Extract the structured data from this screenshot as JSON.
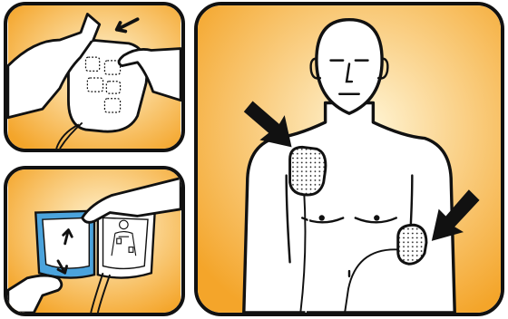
{
  "panels": [
    {
      "name": "peel-pad-step",
      "icons": [
        "hands-icon",
        "electrode-pad-icon",
        "arrow-icon"
      ]
    },
    {
      "name": "pad-liner-step",
      "icons": [
        "hands-icon",
        "pad-liner-icon",
        "arrow-icon"
      ]
    },
    {
      "name": "pad-placement-step",
      "icons": [
        "torso-icon",
        "electrode-pad-icon",
        "arrow-icon"
      ]
    }
  ],
  "colors": {
    "background_center": "#fff6d8",
    "background_edge": "#f4a52a",
    "outline": "#111111",
    "pad_liner": "#4ba3dc",
    "skin": "#ffffff"
  }
}
